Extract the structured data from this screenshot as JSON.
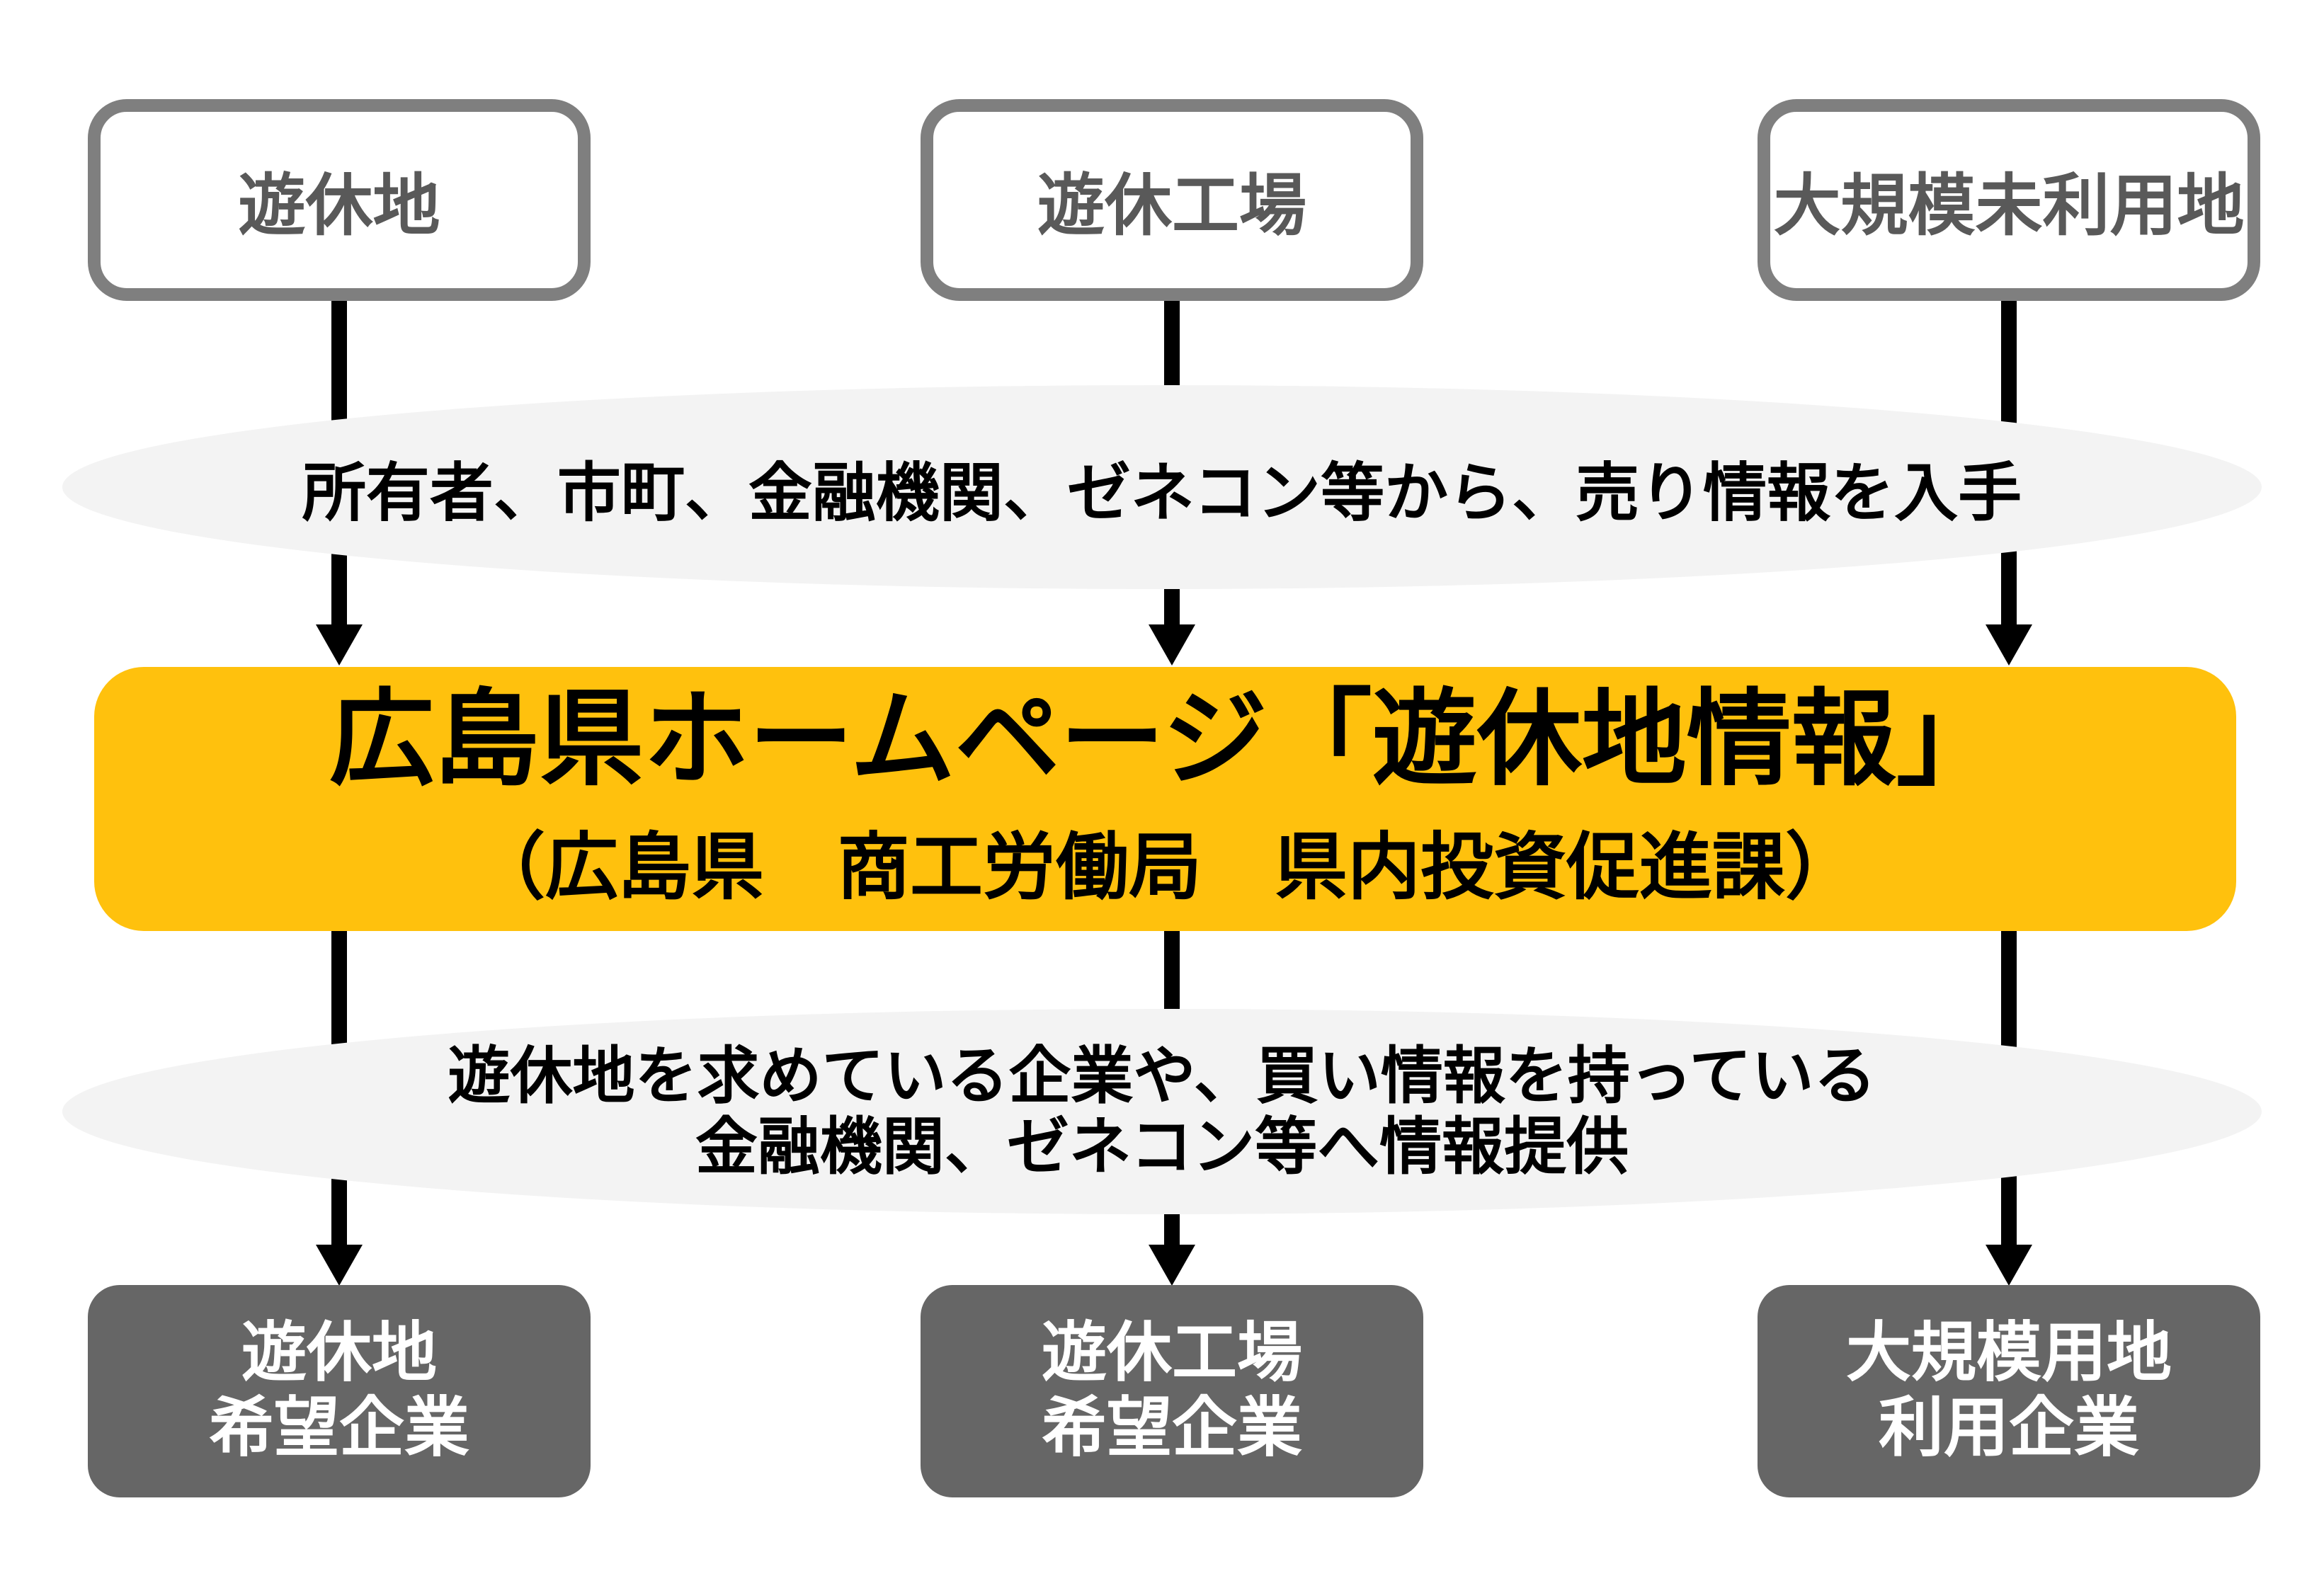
{
  "sources": [
    {
      "label": "遊休地"
    },
    {
      "label": "遊休工場"
    },
    {
      "label": "大規模未利用地"
    }
  ],
  "inflow": {
    "text": "所有者、市町、金融機関、ゼネコン等から、売り情報を入手"
  },
  "hub": {
    "title": "広島県ホームページ「遊休地情報」",
    "subtitle": "（広島県　商工労働局　県内投資促進課）"
  },
  "outflow": {
    "line1": "遊休地を求めている企業や、買い情報を持っている",
    "line2": "金融機関、ゼネコン等へ情報提供"
  },
  "targets": [
    {
      "line1": "遊休地",
      "line2": "希望企業"
    },
    {
      "line1": "遊休工場",
      "line2": "希望企業"
    },
    {
      "line1": "大規模用地",
      "line2": "利用企業"
    }
  ],
  "colors": {
    "hub_background": "#ffc10d",
    "source_border": "#7f7f7f",
    "source_text": "#595959",
    "target_background": "#666666",
    "target_text": "#ffffff",
    "ellipse_background": "#f3f3f3",
    "arrow": "#000000"
  }
}
